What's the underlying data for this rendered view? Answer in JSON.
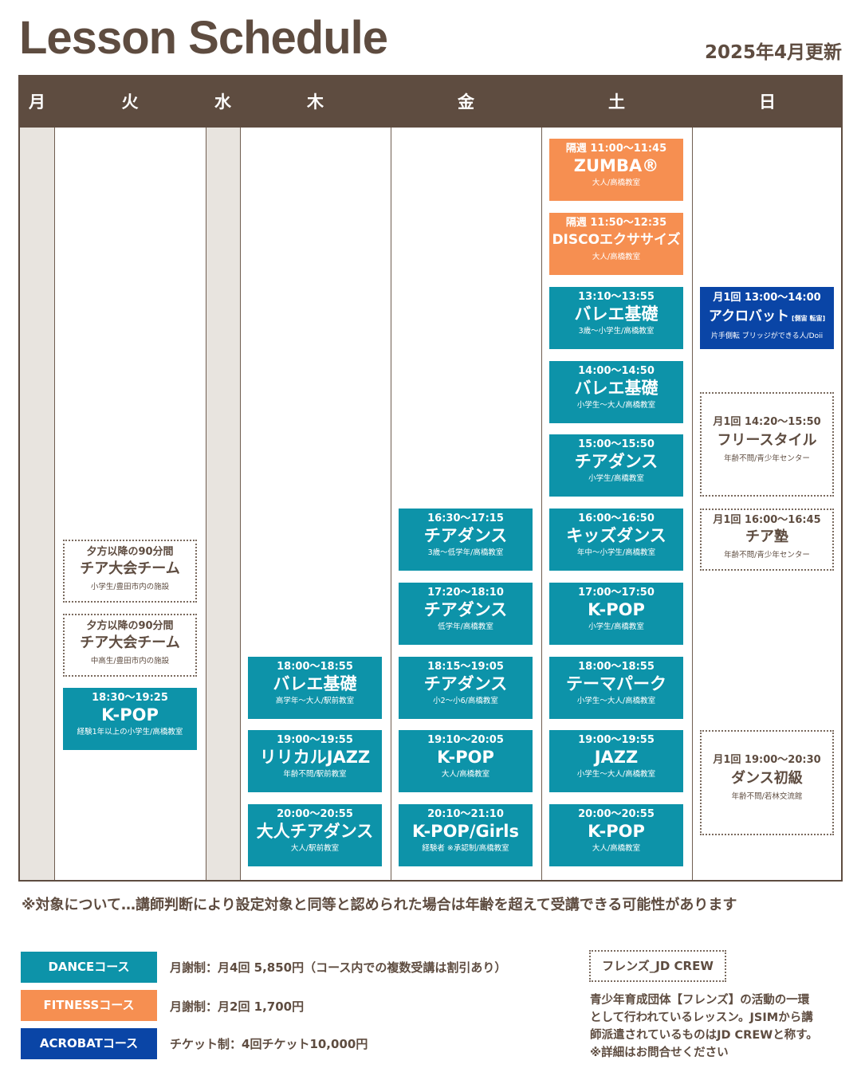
{
  "header": {
    "title": "Lesson  Schedule",
    "updated": "2025年4月更新"
  },
  "days": [
    "月",
    "火",
    "水",
    "木",
    "金",
    "土",
    "日"
  ],
  "schedule": {
    "tue": [
      {
        "time": "夕方以降の90分間",
        "name": "チア大会チーム",
        "sub": "小学生/豊田市内の施設",
        "style": "dashed"
      },
      {
        "time": "夕方以降の90分間",
        "name": "チア大会チーム",
        "sub": "中高生/豊田市内の施設",
        "style": "dashed"
      },
      {
        "time": "18:30〜19:25",
        "name": "K-POP",
        "sub": "経験1年以上の小学生/高橋教室",
        "style": "teal"
      }
    ],
    "thu": [
      {
        "time": "18:00〜18:55",
        "name": "バレエ基礎",
        "sub": "高学年〜大人/駅前教室",
        "style": "teal"
      },
      {
        "time": "19:00〜19:55",
        "name": "リリカルJAZZ",
        "sub": "年齢不問/駅前教室",
        "style": "teal"
      },
      {
        "time": "20:00〜20:55",
        "name": "大人チアダンス",
        "sub": "大人/駅前教室",
        "style": "teal"
      }
    ],
    "fri": [
      {
        "time": "16:30〜17:15",
        "name": "チアダンス",
        "sub": "3歳〜低学年/高橋教室",
        "style": "teal"
      },
      {
        "time": "17:20〜18:10",
        "name": "チアダンス",
        "sub": "低学年/高橋教室",
        "style": "teal"
      },
      {
        "time": "18:15〜19:05",
        "name": "チアダンス",
        "sub": "小2〜小6/高橋教室",
        "style": "teal"
      },
      {
        "time": "19:10〜20:05",
        "name": "K-POP",
        "sub": "大人/高橋教室",
        "style": "teal"
      },
      {
        "time": "20:10〜21:10",
        "name": "K-POP/Girls",
        "sub": "経験者 ※承認制/高橋教室",
        "style": "teal"
      }
    ],
    "sat": [
      {
        "time": "隔週 11:00〜11:45",
        "name": "ZUMBA®",
        "sub": "大人/高橋教室",
        "style": "orange"
      },
      {
        "time": "隔週 11:50〜12:35",
        "name": "DISCOエクササイズ",
        "sub": "大人/高橋教室",
        "style": "orange"
      },
      {
        "time": "13:10〜13:55",
        "name": "バレエ基礎",
        "sub": "3歳〜小学生/高橋教室",
        "style": "teal"
      },
      {
        "time": "14:00〜14:50",
        "name": "バレエ基礎",
        "sub": "小学生〜大人/高橋教室",
        "style": "teal"
      },
      {
        "time": "15:00〜15:50",
        "name": "チアダンス",
        "sub": "小学生/高橋教室",
        "style": "teal"
      },
      {
        "time": "16:00〜16:50",
        "name": "キッズダンス",
        "sub": "年中〜小学生/高橋教室",
        "style": "teal"
      },
      {
        "time": "17:00〜17:50",
        "name": "K-POP",
        "sub": "小学生/高橋教室",
        "style": "teal"
      },
      {
        "time": "18:00〜18:55",
        "name": "テーマパーク",
        "sub": "小学生〜大人/高橋教室",
        "style": "teal"
      },
      {
        "time": "19:00〜19:55",
        "name": "JAZZ",
        "sub": "小学生〜大人/高橋教室",
        "style": "teal"
      },
      {
        "time": "20:00〜20:55",
        "name": "K-POP",
        "sub": "大人/高橋教室",
        "style": "teal"
      }
    ],
    "sun": [
      {
        "time": "月1回  13:00〜14:00",
        "name": "アクロバット",
        "tag": "[側宙 転宙]",
        "sub": "片手側転 ブリッジができる人/Doii",
        "style": "blue"
      },
      {
        "time": "月1回  14:20〜15:50",
        "name": "フリースタイル",
        "sub": "年齢不問/青少年センター",
        "style": "dashed"
      },
      {
        "time": "月1回  16:00〜16:45",
        "name": "チア塾",
        "sub": "年齢不問/青少年センター",
        "style": "dashed"
      },
      {
        "time": "月1回  19:00〜20:30",
        "name": "ダンス初級",
        "sub": "年齢不問/若林交流館",
        "style": "dashed"
      }
    ]
  },
  "note": "※対象について…講師判断により設定対象と同等と認められた場合は年齢を超えて受講できる可能性があります",
  "legend": [
    {
      "label": "DANCEコース",
      "text": "月謝制：月4回  5,850円（コース内での複数受講は割引あり）",
      "color": "#0d93a9"
    },
    {
      "label": "FITNESSコース",
      "text": "月謝制：月2回  1,700円",
      "color": "#f68f51"
    },
    {
      "label": "ACROBATコース",
      "text": "チケット制：4回チケット10,000円",
      "color": "#0a45a6"
    }
  ],
  "crew": {
    "label": "フレンズ_JD CREW",
    "lines": [
      "青少年育成団体【フレンズ】の活動の一環",
      "として行われているレッスン。JSIMから講",
      "師派遣されているものはJD  CREWと称す。",
      "※詳細はお問合せください"
    ]
  }
}
